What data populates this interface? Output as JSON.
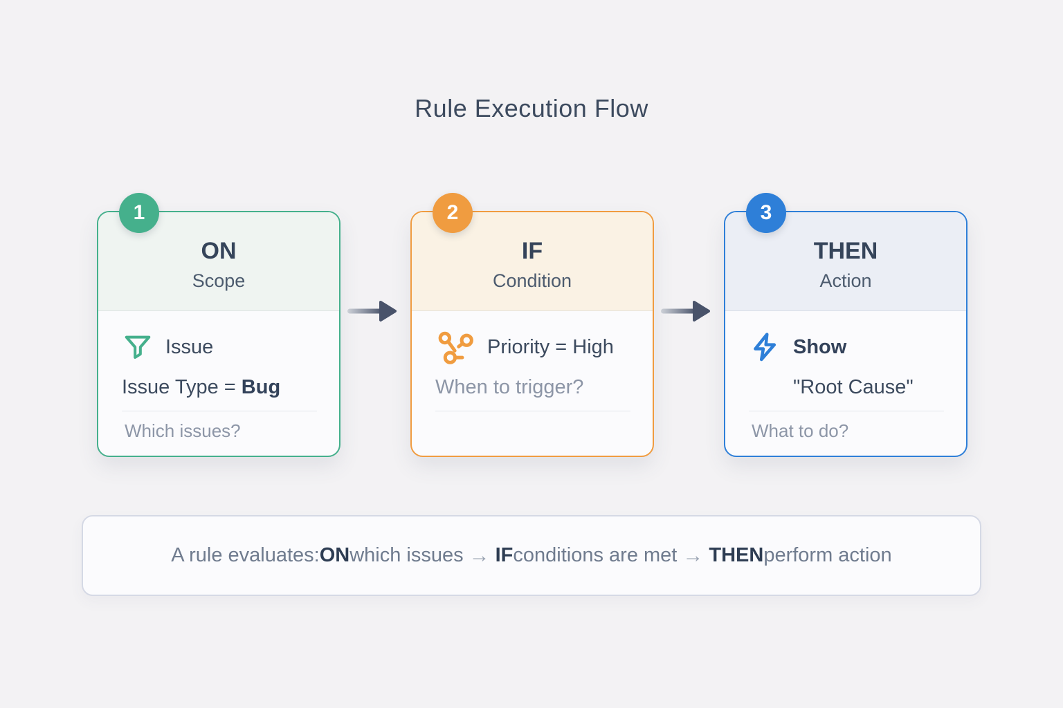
{
  "page": {
    "title": "Rule Execution Flow",
    "background_color": "#F3F2F4"
  },
  "cards": [
    {
      "number": "1",
      "keyword": "ON",
      "subtitle": "Scope",
      "icon": "filter-icon",
      "accent_color": "#45B08C",
      "main_text": "Issue",
      "detail_prefix": "Issue Type = ",
      "detail_bold": "Bug",
      "question": "Which issues?"
    },
    {
      "number": "2",
      "keyword": "IF",
      "subtitle": "Condition",
      "icon": "branch-icon",
      "accent_color": "#F09C40",
      "main_text": "Priority = High",
      "detail_gray": "When to trigger?",
      "question": ""
    },
    {
      "number": "3",
      "keyword": "THEN",
      "subtitle": "Action",
      "icon": "zap-icon",
      "accent_color": "#2E7FD8",
      "main_text": "Show",
      "detail_quoted": "\"Root Cause\"",
      "question": "What to do?"
    }
  ],
  "connectors": {
    "arrow_dark_color": "#49536A",
    "arrow_light_color": "#CDD1D8"
  },
  "footer": {
    "part1": "A rule evaluates:",
    "kw_on": "ON",
    "part2": "which issues",
    "arrow1": "→",
    "kw_if": "IF",
    "part3": "conditions are met",
    "arrow2": "→",
    "kw_then": "THEN",
    "part4": "perform action"
  }
}
